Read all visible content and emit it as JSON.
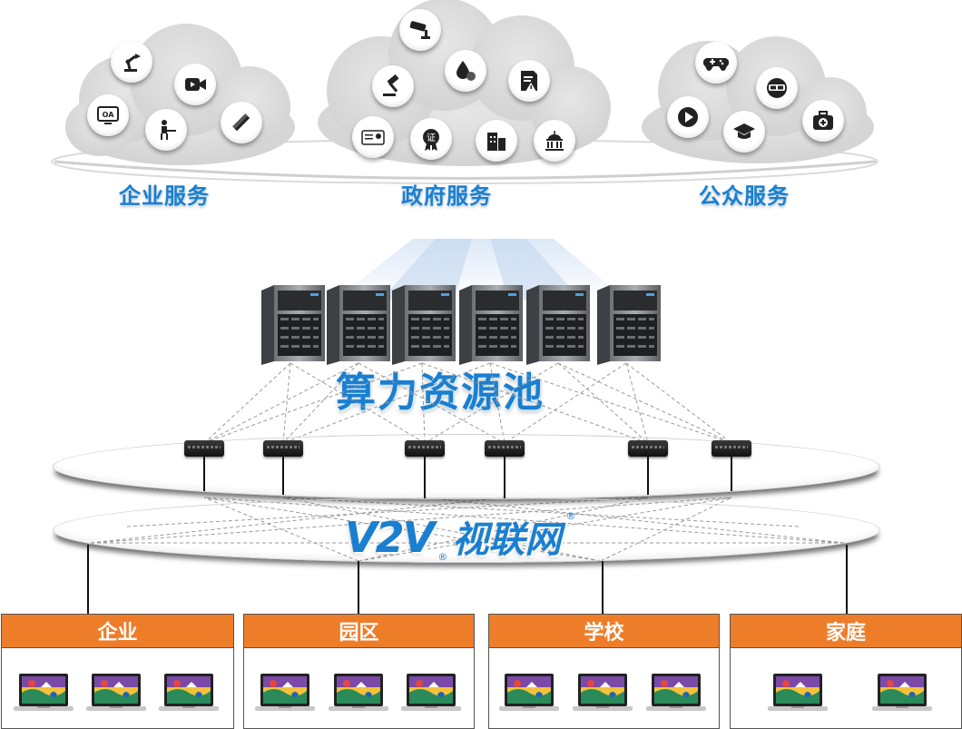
{
  "services": {
    "enterprise": {
      "label": "企业服务",
      "icons": [
        "robot-arm-icon",
        "video-camera-icon",
        "oa-monitor-icon",
        "worker-desk-icon",
        "design-tools-icon"
      ]
    },
    "government": {
      "label": "政府服务",
      "icons": [
        "surveillance-camera-icon",
        "water-drop-icon",
        "gavel-icon",
        "warning-document-icon",
        "id-card-icon",
        "certificate-icon",
        "buildings-icon",
        "capitol-icon"
      ]
    },
    "public": {
      "label": "公众服务",
      "icons": [
        "gamepad-icon",
        "vr-headset-icon",
        "play-button-icon",
        "graduation-cap-icon",
        "medical-kit-icon"
      ]
    }
  },
  "compute_pool": {
    "label": "算力资源池",
    "server_count": 6
  },
  "network": {
    "brand_text": "V2V",
    "brand_cn": "视联网",
    "registered_mark": "®"
  },
  "terminals": [
    {
      "label": "企业",
      "laptops": 3
    },
    {
      "label": "园区",
      "laptops": 3
    },
    {
      "label": "学校",
      "laptops": 3
    },
    {
      "label": "家庭",
      "laptops": 2
    }
  ],
  "colors": {
    "accent_blue": "#1a7fd0",
    "terminal_orange": "#ee7d2a",
    "cloud_gray": "#dcdcdc"
  }
}
